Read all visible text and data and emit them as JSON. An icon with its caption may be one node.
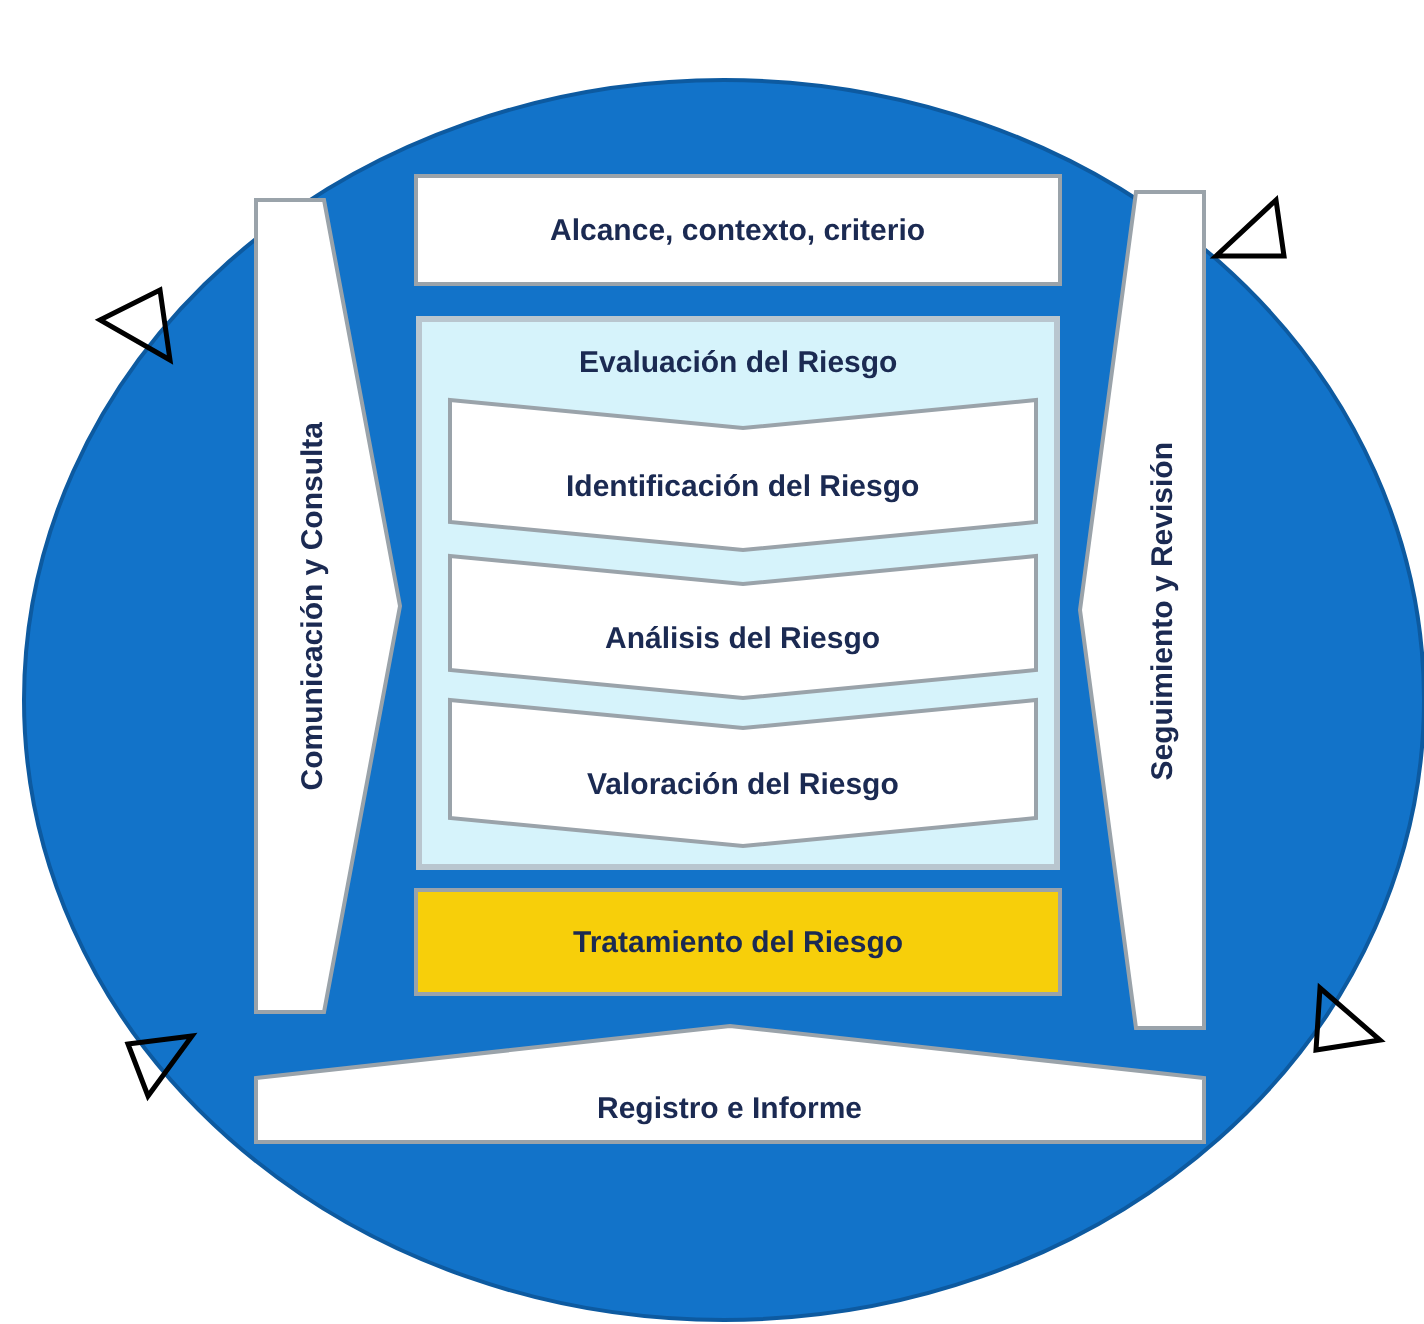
{
  "diagram": {
    "nodes": [
      {
        "text": [
          "Alcance, contexto, criterio"
        ]
      },
      {
        "text": [
          "Evaluación del Riesgo"
        ]
      },
      {
        "text": [
          "Identificación del Riesgo"
        ],
        "in": 1
      },
      {
        "text": [
          "Análisis del Riesgo"
        ],
        "in": 1
      },
      {
        "text": [
          "Valoración del Riesgo"
        ],
        "in": 1
      },
      {
        "text": [
          "Tratamiento del Riesgo"
        ]
      },
      {
        "text": [
          "Comunicación y Consulta"
        ]
      },
      {
        "text": [
          "Seguimiento y Revisión"
        ]
      },
      {
        "text": [
          "Registro e Informe"
        ]
      }
    ],
    "edges": []
  }
}
